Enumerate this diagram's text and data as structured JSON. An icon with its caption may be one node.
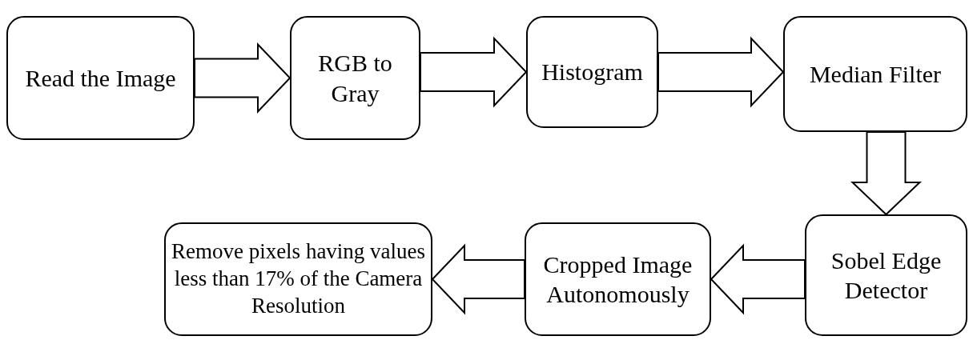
{
  "diagram": {
    "nodes": [
      {
        "text": [
          "Read the Image"
        ]
      },
      {
        "text": [
          "RGB to Gray"
        ]
      },
      {
        "text": [
          "Histogram"
        ]
      },
      {
        "text": [
          "Median Filter"
        ]
      },
      {
        "text": [
          "Sobel Edge Detector"
        ]
      },
      {
        "text": [
          "Cropped Image Autonomously"
        ]
      },
      {
        "text": [
          "Remove pixels having values less than 17% of the Camera Resolution"
        ]
      }
    ],
    "edges": [
      {
        "from": 0,
        "to": 1,
        "arrow": "to"
      },
      {
        "from": 1,
        "to": 2,
        "arrow": "to"
      },
      {
        "from": 2,
        "to": 3,
        "arrow": "to"
      },
      {
        "from": 3,
        "to": 4,
        "arrow": "to"
      },
      {
        "from": 4,
        "to": 5,
        "arrow": "to"
      },
      {
        "from": 5,
        "to": 6,
        "arrow": "to"
      }
    ]
  }
}
